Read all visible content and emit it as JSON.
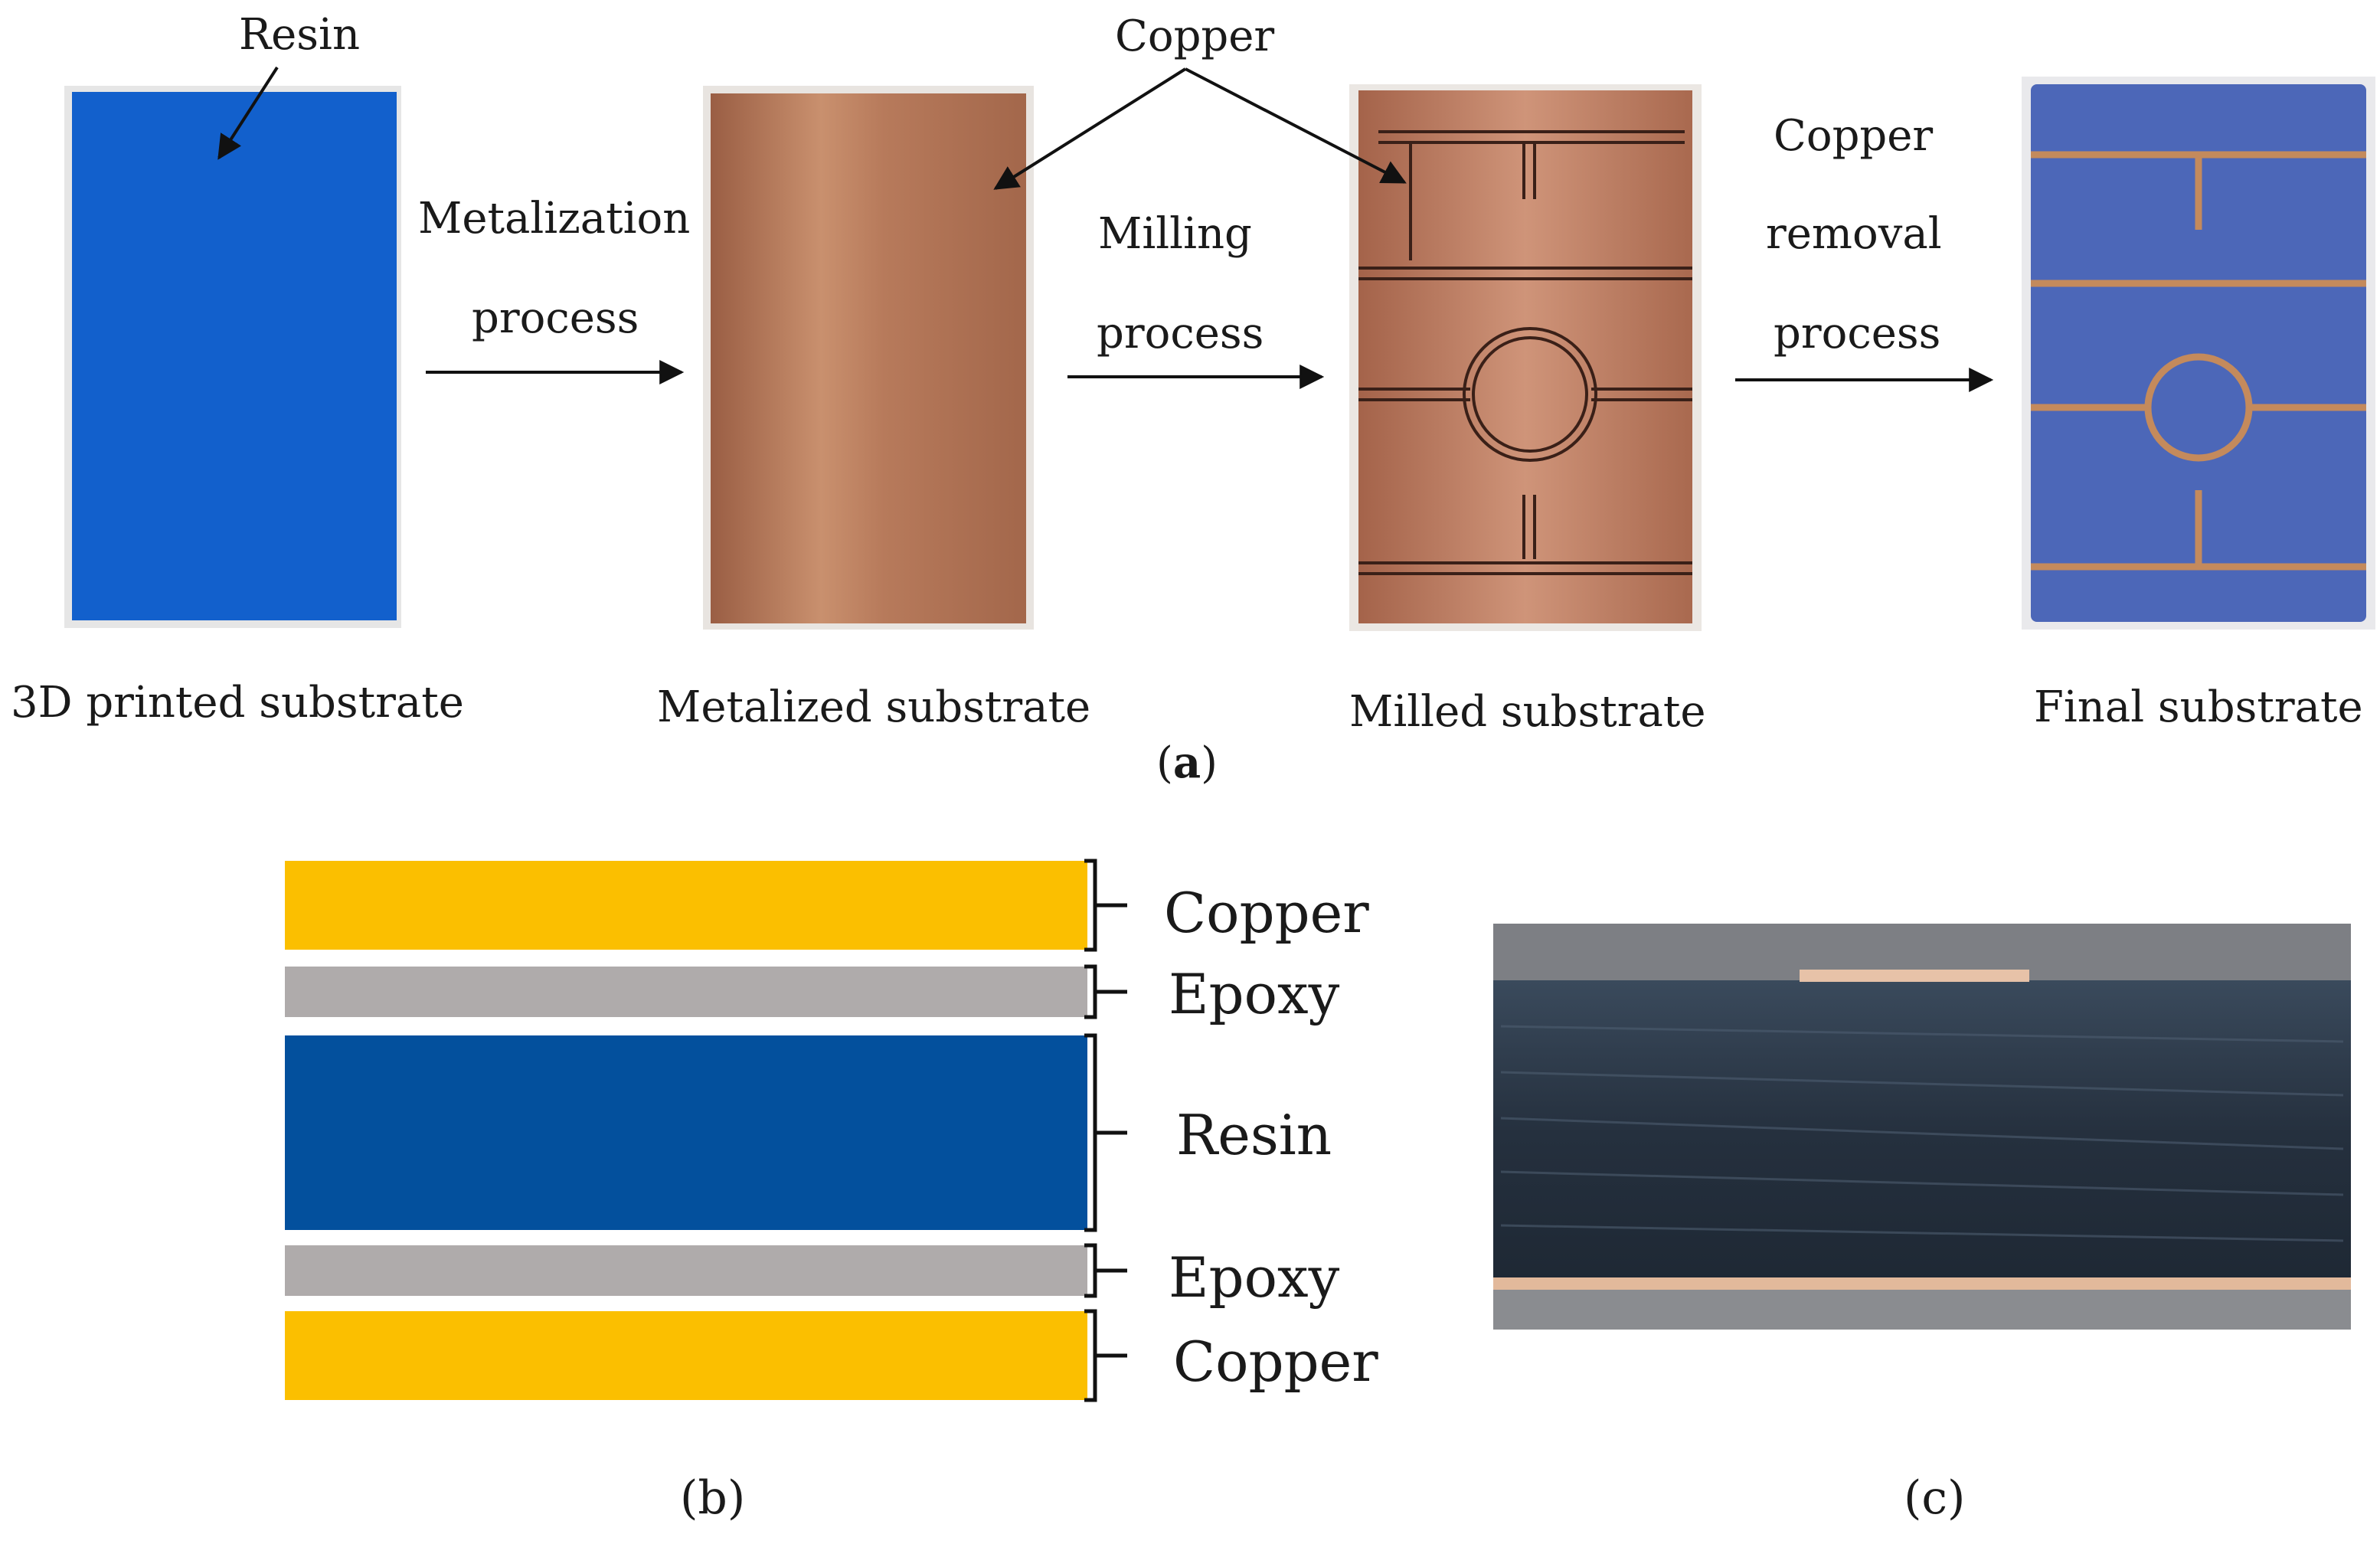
{
  "panel_a": {
    "label_open": "(",
    "label_letter": "a",
    "label_close": ")",
    "callouts": {
      "resin": "Resin",
      "copper": "Copper"
    },
    "steps": [
      {
        "caption": "3D printed substrate"
      },
      {
        "caption": "Metalized substrate"
      },
      {
        "caption": "Milled substrate"
      },
      {
        "caption": "Final substrate"
      }
    ],
    "processes": [
      {
        "line1": "Metalization",
        "line2": "process"
      },
      {
        "line1": "Milling",
        "line2": "process"
      },
      {
        "line1": "Copper",
        "line2": "removal",
        "line3": "process"
      }
    ]
  },
  "panel_b": {
    "label": "(b)",
    "layers": [
      {
        "name": "Copper",
        "color": "#FBBF00"
      },
      {
        "name": "Epoxy",
        "color": "#AFABAB"
      },
      {
        "name": "Resin",
        "color": "#03509D"
      },
      {
        "name": "Epoxy",
        "color": "#AFABAB"
      },
      {
        "name": "Copper",
        "color": "#FBBF00"
      }
    ]
  },
  "panel_c": {
    "label": "(c)"
  },
  "colors": {
    "resin_blue": "#1466D6",
    "copper_metal": "#B9785A",
    "final_blue": "#4C67B8",
    "trace_copper": "#C48A5C",
    "cross_section_dark": "#2B3645"
  }
}
